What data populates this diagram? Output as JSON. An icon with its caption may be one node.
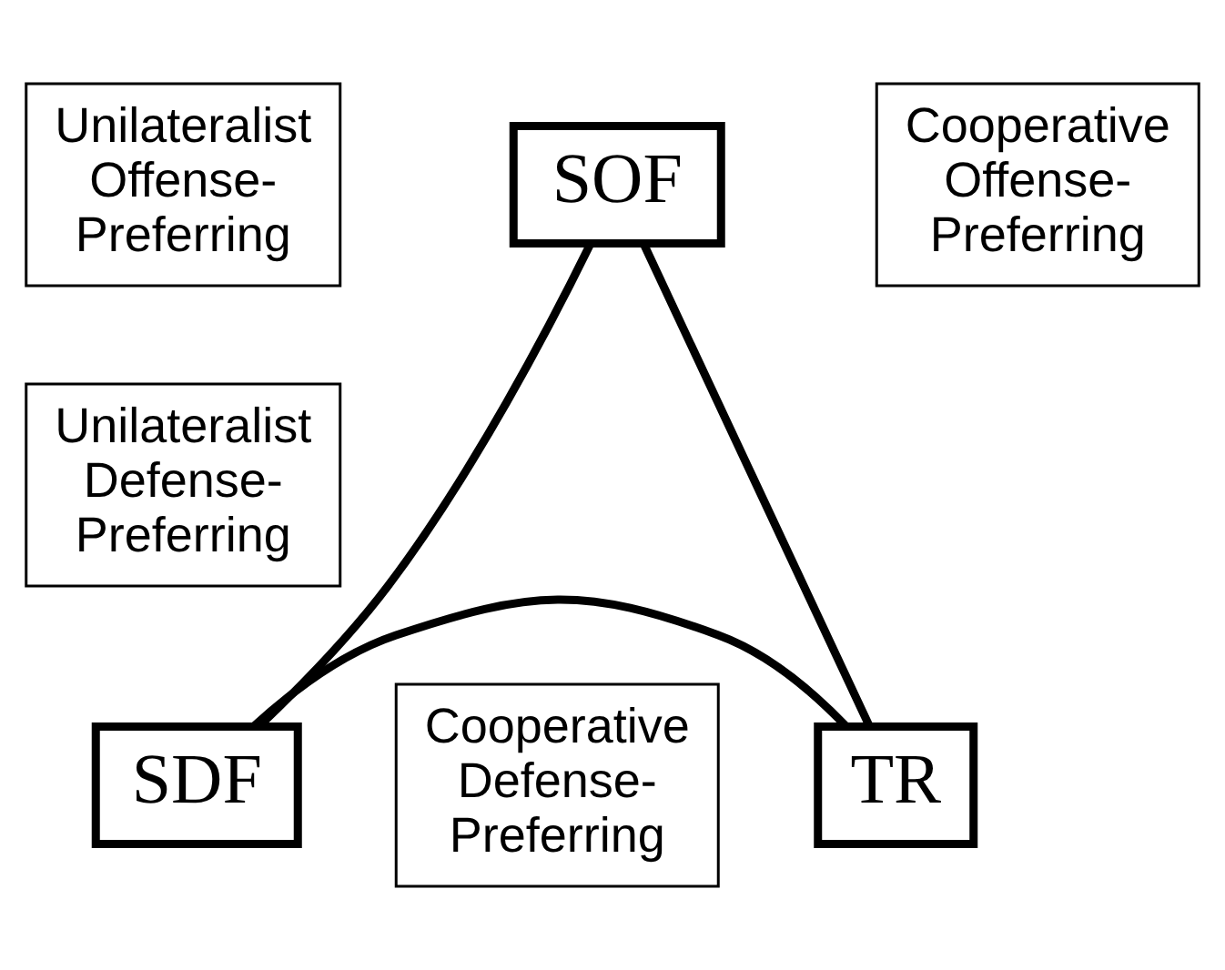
{
  "diagram": {
    "nodes": [
      {
        "text": [
          "SOF"
        ]
      },
      {
        "text": [
          "Unilateralist Offense-Preferring"
        ]
      },
      {
        "text": [
          "Cooperative Offense-Preferring"
        ]
      },
      {
        "text": [
          "Unilateralist Defense-Preferring"
        ]
      },
      {
        "text": [
          "SDF"
        ]
      },
      {
        "text": [
          "Cooperative Defense-Preferring"
        ]
      },
      {
        "text": [
          "TR"
        ]
      }
    ],
    "edges": [
      {
        "from": 0,
        "to": 4,
        "arrow": "none"
      },
      {
        "from": 0,
        "to": 6,
        "arrow": "none"
      },
      {
        "from": 4,
        "to": 6,
        "arrow": "none"
      }
    ]
  }
}
